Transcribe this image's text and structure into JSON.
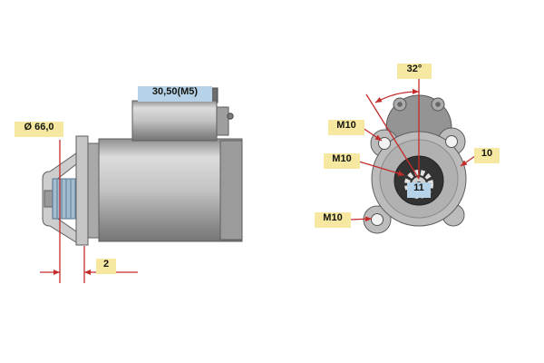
{
  "colors": {
    "label_yellow": "#f6e8a0",
    "label_blue": "#b5d2e8",
    "dimension_red": "#c42b2b",
    "metal_light": "#d9d9d9",
    "metal_mid": "#b9b9b9",
    "metal_dark": "#8a8a8a",
    "pinion_blue": "#a3bccf"
  },
  "labels": {
    "dim_30_50": "30,50(M5)",
    "dia_66": "Ø 66,0",
    "dim_2": "2",
    "angle_32": "32°",
    "m10_top": "M10",
    "m10_middle": "M10",
    "m10_bottom": "M10",
    "dim_10": "10",
    "dim_11": "11"
  }
}
